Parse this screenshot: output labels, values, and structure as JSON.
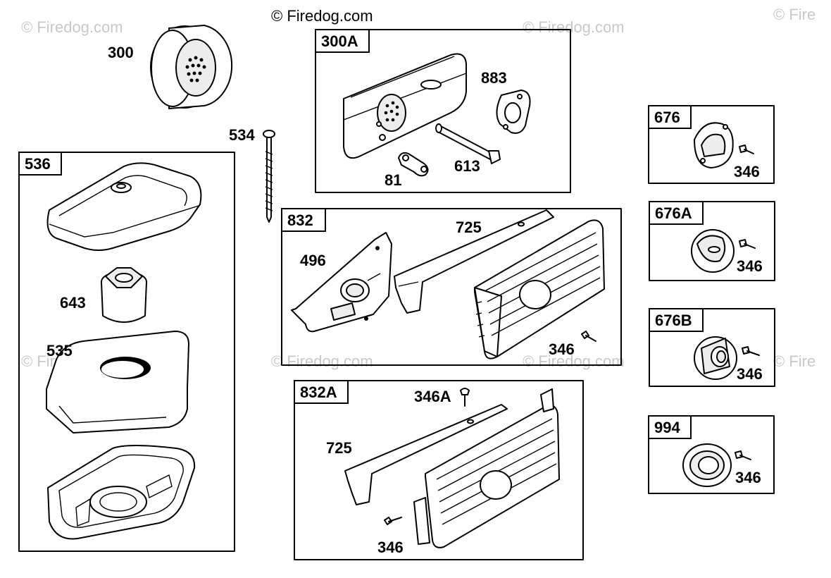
{
  "watermark": {
    "dark": "© Firedog.com",
    "light": "© Firedog.com",
    "light_partial": "© Fire"
  },
  "boxes": {
    "b300A": "300A",
    "b536": "536",
    "b832": "832",
    "b832A": "832A",
    "b676": "676",
    "b676A": "676A",
    "b676B": "676B",
    "b994": "994"
  },
  "parts": {
    "p300": "300",
    "p534": "534",
    "p883": "883",
    "p81": "81",
    "p613": "613",
    "p643": "643",
    "p535": "535",
    "p496": "496",
    "p725a": "725",
    "p346a": "346",
    "p346A": "346A",
    "p725b": "725",
    "p346b": "346",
    "p346c": "346",
    "p346d": "346",
    "p346e": "346",
    "p346f": "346"
  }
}
